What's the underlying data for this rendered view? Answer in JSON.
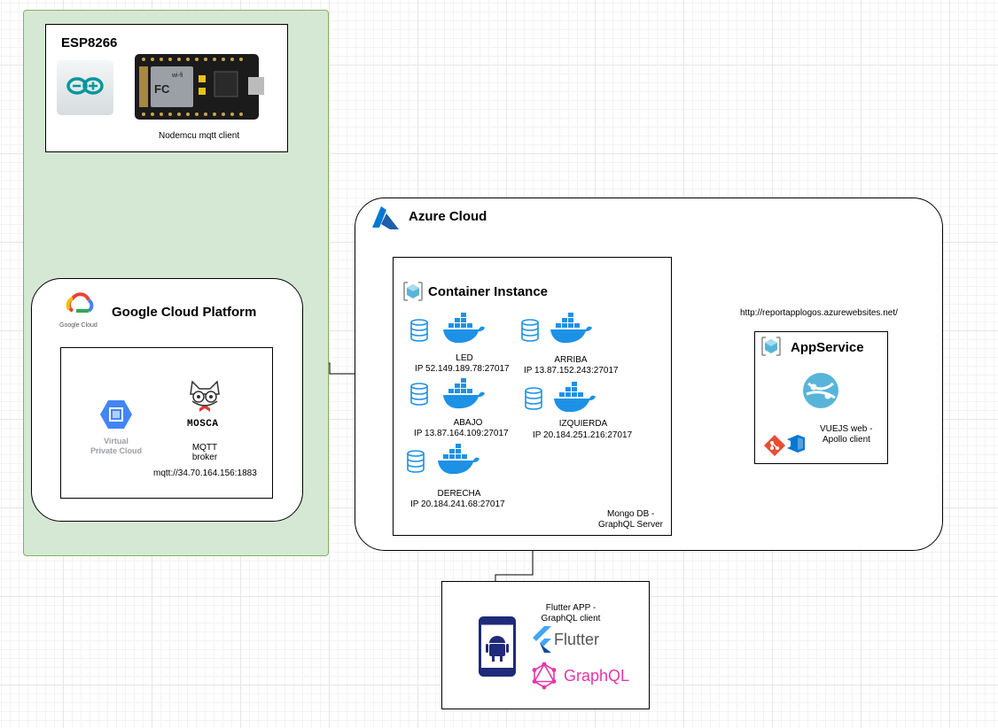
{
  "esp": {
    "title": "ESP8266",
    "caption": "Nodemcu mqtt client",
    "board_logo": "wi-fi",
    "board_marks": "FC"
  },
  "gcp": {
    "title": "Google Cloud Platform",
    "logo_text": "Google Cloud",
    "vpc_label_1": "Virtual",
    "vpc_label_2": "Private Cloud",
    "mosca_logo": "MOSCA",
    "mqtt_label_1": "MQTT",
    "mqtt_label_2": "broker",
    "mqtt_url": "mqtt://34.70.164.156:1883"
  },
  "azure": {
    "title": "Azure Cloud",
    "container": {
      "title": "Container Instance",
      "nodes": [
        {
          "name": "LED",
          "ip": "IP 52.149.189.78:27017"
        },
        {
          "name": "ARRIBA",
          "ip": "IP 13.87.152.243:27017"
        },
        {
          "name": "ABAJO",
          "ip": "IP 13.87.164.109:27017"
        },
        {
          "name": "IZQUIERDA",
          "ip": "IP 20.184.251.216:27017"
        },
        {
          "name": "DERECHA",
          "ip": "IP 20.184.241.68:27017"
        }
      ],
      "caption_1": "Mongo DB -",
      "caption_2": "GraphQL Server"
    },
    "app_url": "http://reportapplogos.azurewebsites.net/",
    "appservice": {
      "title": "AppService",
      "caption_1": "VUEJS web -",
      "caption_2": "Apollo client"
    }
  },
  "flutter": {
    "caption_1": "Flutter APP -",
    "caption_2": "GraphQL client",
    "flutter_logo": "Flutter",
    "graphql_logo": "GraphQL"
  },
  "icons": [
    "arduino-icon",
    "nodemcu-board-icon",
    "google-cloud-icon",
    "vpc-icon",
    "mosca-cat-icon",
    "azure-icon",
    "container-instance-icon",
    "database-icon",
    "docker-icon",
    "app-service-icon",
    "git-icon",
    "azure-devops-icon",
    "android-phone-icon",
    "flutter-icon",
    "graphql-icon"
  ],
  "colors": {
    "green_zone": "#d5e8d4",
    "green_border": "#82b366",
    "docker": "#1d91e6",
    "azure": "#0078d4",
    "graphql": "#e535ab",
    "flutter": "#42a5f5",
    "phone": "#1f2a7a"
  }
}
